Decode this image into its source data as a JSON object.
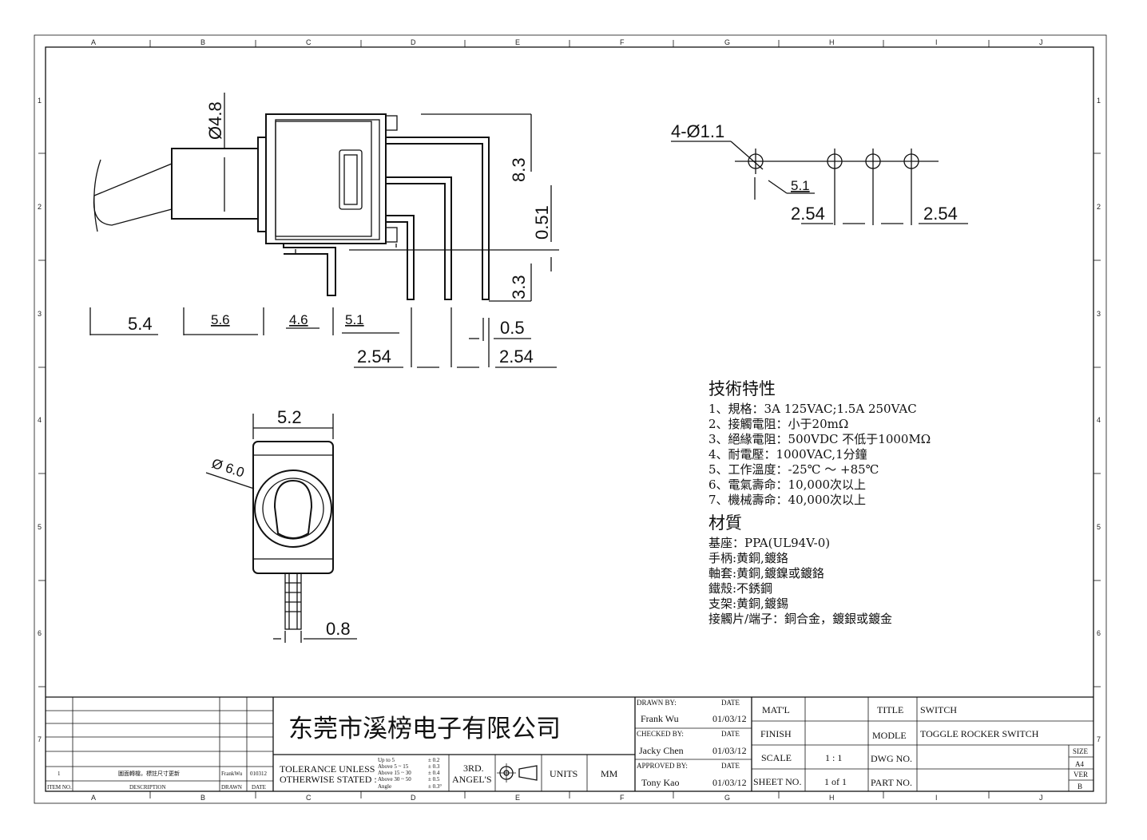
{
  "grid": {
    "columns": [
      "A",
      "B",
      "C",
      "D",
      "E",
      "F",
      "G",
      "H",
      "I",
      "J"
    ],
    "rows": [
      "1",
      "2",
      "3",
      "4",
      "5",
      "6",
      "7"
    ]
  },
  "dims": {
    "side": {
      "phi48": "Ø4.8",
      "d83": "8.3",
      "d051": "0.51",
      "d33": "3.3",
      "d54": "5.4",
      "d56": "5.6",
      "d46": "4.6",
      "d51": "5.1",
      "d05": "0.5",
      "d254a": "2.54",
      "d254b": "2.54"
    },
    "pcb": {
      "holes": "4-Ø1.1",
      "d51": "5.1",
      "d254a": "2.54",
      "d254b": "2.54"
    },
    "front": {
      "d52": "5.2",
      "phi60": "Ø 6.0",
      "d08": "0.8"
    }
  },
  "specs": {
    "tech_title": "技術特性",
    "tech": [
      "1、規格：3A 125VAC;1.5A 250VAC",
      "2、接觸電阻：小于20mΩ",
      "3、絕緣電阻：500VDC 不低于1000MΩ",
      "4、耐電壓：1000VAC,1分鐘",
      "5、工作溫度：-25℃ ～ +85℃",
      "6、電氣壽命：10,000次以上",
      "7、機械壽命：40,000次以上"
    ],
    "mat_title": "材質",
    "mat": [
      "基座：PPA(UL94V-0)",
      "手柄:黄銅,鍍鉻",
      "軸套:黄銅,鍍鎳或鍍鉻",
      "鐵殼:不銹鋼",
      "支架:黄銅,鍍錫",
      "接觸片/端子：銅合金，鍍銀或鍍金"
    ]
  },
  "title_block": {
    "revision": {
      "item": "1",
      "desc": "圖面轉檔，標註尺寸更新",
      "drawn": "FrankWu",
      "date": "010312",
      "col_item": "ITEM NO.",
      "col_desc": "DESCRIPTION",
      "col_drawn": "DRAWN",
      "col_date": "DATE"
    },
    "company": "东莞市溪榜电子有限公司",
    "tolerance_label_1": "TOLERANCE UNLESS",
    "tolerance_label_2": "OTHERWISE STATED :",
    "tol_ranges": [
      "Up to 5",
      "Above 5 ~ 15",
      "Above 15 ~ 30",
      "Above 30 ~ 50",
      "Angle"
    ],
    "tol_values": [
      "± 0.2",
      "± 0.3",
      "± 0.4",
      "± 0.5",
      "± 0.3°"
    ],
    "projection_1": "3RD.",
    "projection_2": "ANGEL'S",
    "units_label": "UNITS",
    "units_value": "MM",
    "drawn_by_label": "DRAWN BY:",
    "drawn_by": "Frank Wu",
    "checked_by_label": "CHECKED BY:",
    "checked_by": "Jacky Chen",
    "approved_by_label": "APPROVED BY:",
    "approved_by": "Tony Kao",
    "date_label": "DATE",
    "date1": "01/03/12",
    "date2": "01/03/12",
    "date3": "01/03/12",
    "matl_label": "MAT'L",
    "finish_label": "FINISH",
    "scale_label": "SCALE",
    "scale_value": "1 : 1",
    "sheet_label": "SHEET NO.",
    "sheet_value": "1 of 1",
    "title_label": "TITLE",
    "title_value": "SWITCH",
    "model_label": "MODLE",
    "model_value": "TOGGLE ROCKER SWITCH",
    "dwg_label": "DWG NO.",
    "part_label": "PART NO.",
    "size_label": "SIZE",
    "size_value": "A4",
    "ver_label": "VER",
    "ver_value": "B"
  }
}
